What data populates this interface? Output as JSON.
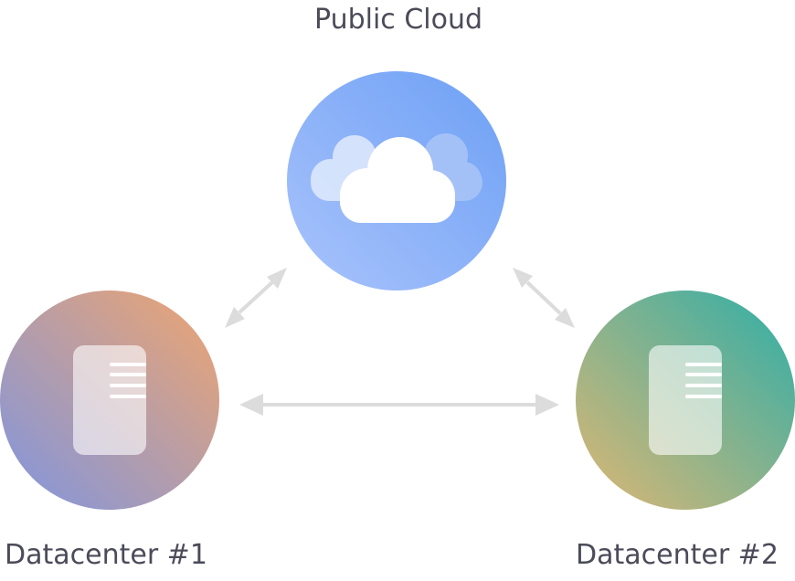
{
  "nodes": {
    "cloud": {
      "label": "Public Cloud",
      "icon": "cloud-icon"
    },
    "dc1": {
      "label": "Datacenter #1",
      "icon": "server-icon"
    },
    "dc2": {
      "label": "Datacenter #2",
      "icon": "server-icon"
    }
  },
  "edges": [
    {
      "from": "dc1",
      "to": "cloud",
      "bidirectional": true
    },
    {
      "from": "cloud",
      "to": "dc2",
      "bidirectional": true
    },
    {
      "from": "dc1",
      "to": "dc2",
      "bidirectional": true
    }
  ],
  "colors": {
    "text": "#4b4b59",
    "arrow": "#dcdcdc",
    "cloud_gradient": [
      "#a9c3fb",
      "#6da0f5"
    ],
    "dc1_gradient": [
      "#7f95e0",
      "#efa56f"
    ],
    "dc2_gradient": [
      "#dfb773",
      "#2eaea8"
    ]
  }
}
